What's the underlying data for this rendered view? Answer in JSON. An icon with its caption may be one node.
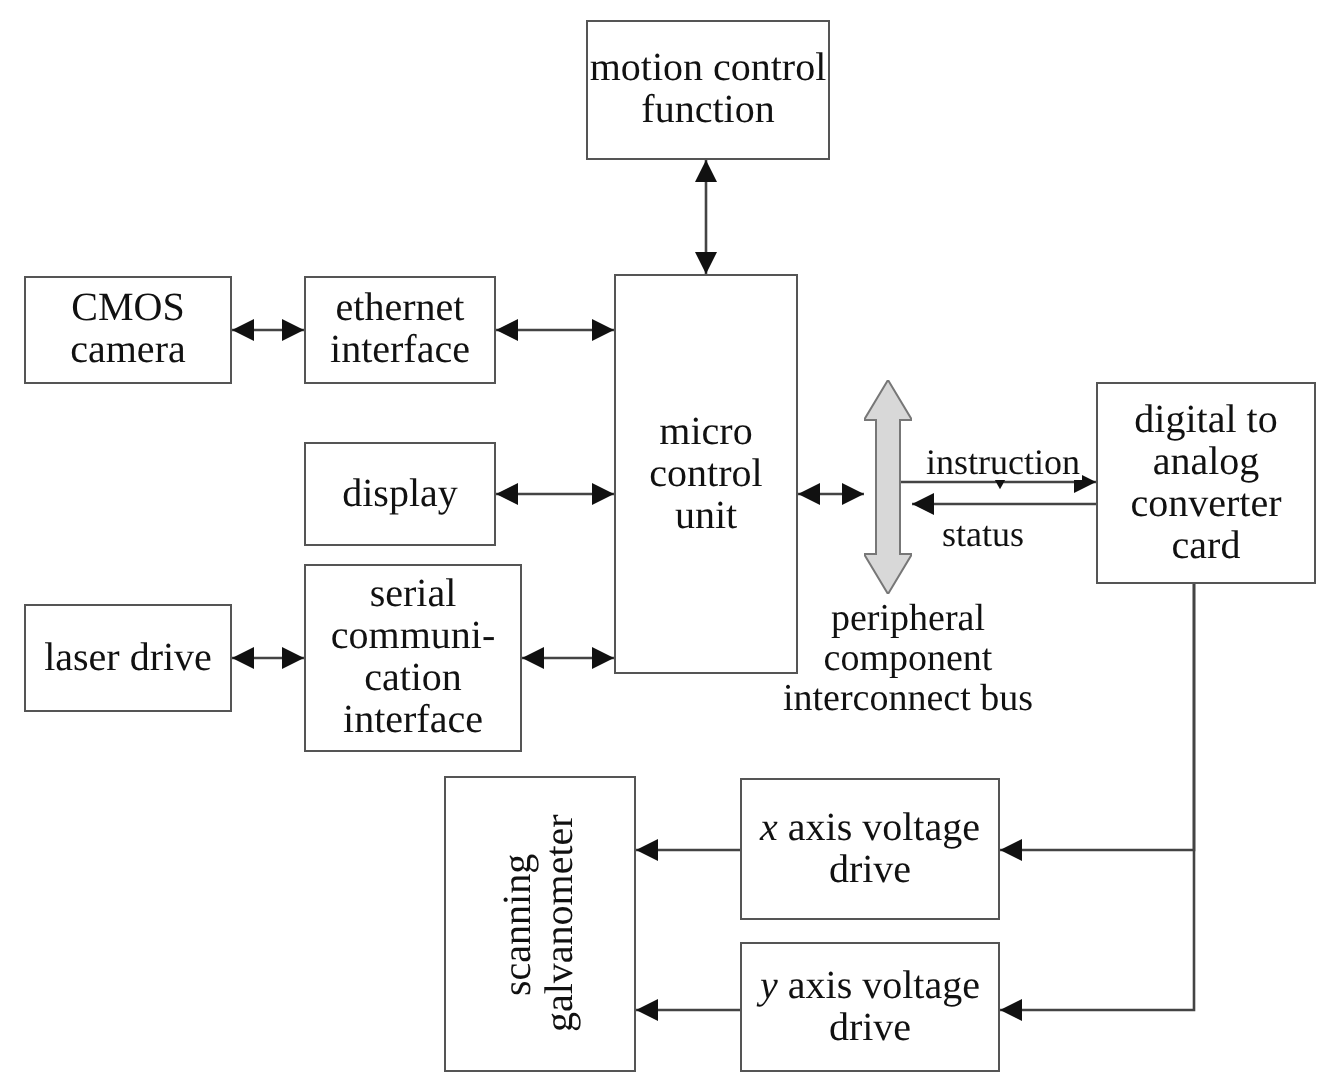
{
  "diagram": {
    "nodes": [
      {
        "text": [
          "motion control function"
        ]
      },
      {
        "text": [
          "CMOS camera"
        ]
      },
      {
        "text": [
          "ethernet interface"
        ]
      },
      {
        "text": [
          "micro control unit"
        ]
      },
      {
        "text": [
          "display"
        ]
      },
      {
        "text": [
          "serial communi- cation interface"
        ]
      },
      {
        "text": [
          "laser drive"
        ]
      },
      {
        "text": [
          "peripheral component interconnect bus"
        ]
      },
      {
        "text": [
          "digital to analog converter card"
        ]
      },
      {
        "text": [
          "scanning galvanometer"
        ]
      },
      {
        "text": [
          "*x* axis voltage drive"
        ]
      },
      {
        "text": [
          "*y* axis voltage drive"
        ]
      }
    ],
    "edges": [
      {
        "from": 0,
        "to": 3,
        "arrow": "both"
      },
      {
        "from": 1,
        "to": 2,
        "arrow": "both"
      },
      {
        "from": 2,
        "to": 3,
        "arrow": "both"
      },
      {
        "from": 4,
        "to": 3,
        "arrow": "both"
      },
      {
        "from": 5,
        "to": 3,
        "arrow": "both"
      },
      {
        "from": 6,
        "to": 5,
        "arrow": "both"
      },
      {
        "from": 3,
        "to": 7,
        "arrow": "both"
      },
      {
        "from": 7,
        "to": 8,
        "arrow": "to",
        "label": "instruction"
      },
      {
        "from": 8,
        "to": 7,
        "arrow": "to",
        "label": "status"
      },
      {
        "from": 8,
        "to": 10,
        "arrow": "to"
      },
      {
        "from": 8,
        "to": 11,
        "arrow": "to"
      },
      {
        "from": 10,
        "to": 9,
        "arrow": "to"
      },
      {
        "from": 11,
        "to": 9,
        "arrow": "to"
      }
    ]
  }
}
